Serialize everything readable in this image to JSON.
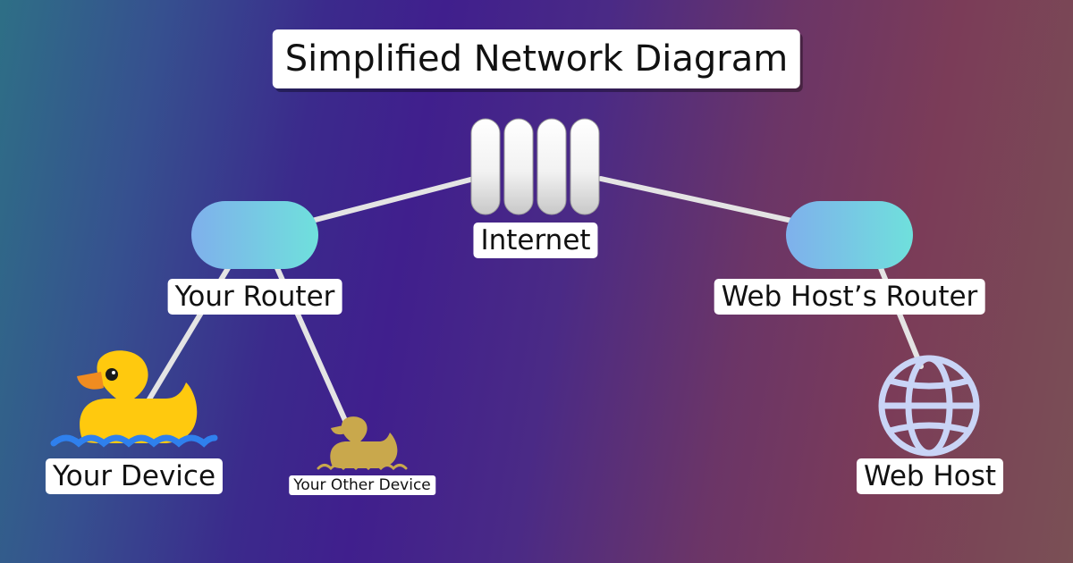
{
  "title": "Simplified Network Diagram",
  "nodes": {
    "internet": {
      "label": "Internet",
      "icon": "server-rack-icon"
    },
    "your_router": {
      "label": "Your Router",
      "icon": "router-pill-icon"
    },
    "web_host_router": {
      "label": "Web Host’s Router",
      "icon": "router-pill-icon"
    },
    "your_device": {
      "label": "Your Device",
      "icon": "rubber-duck-icon"
    },
    "your_other_device": {
      "label": "Your Other Device",
      "icon": "rubber-duck-icon"
    },
    "web_host": {
      "label": "Web Host",
      "icon": "globe-icon"
    }
  },
  "colors": {
    "router_gradient": [
      "#7fb0ec",
      "#6fe0dc"
    ],
    "duck": "#ffc90e",
    "duck_small": "#c9a84c",
    "water": "#2f80ed",
    "globe": "#c9d4f6",
    "connector": "#e4e4e4"
  }
}
